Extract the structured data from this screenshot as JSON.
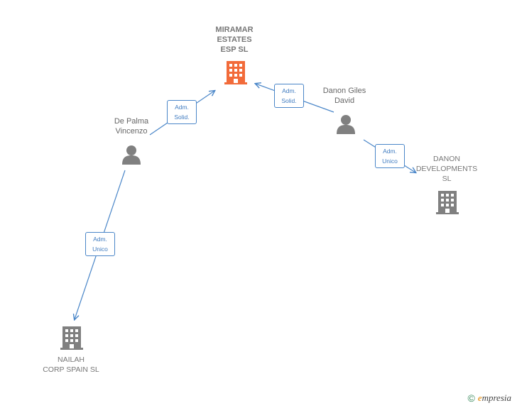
{
  "nodes": {
    "miramar": {
      "label": "MIRAMAR\nESTATES\nESP  SL",
      "color": "#f26b3a"
    },
    "danon_giles": {
      "label": "Danon Giles\nDavid",
      "color": "#808080"
    },
    "de_palma": {
      "label": "De Palma\nVincenzo",
      "color": "#808080"
    },
    "danon_dev": {
      "label": "DANON\nDEVELOPMENTS\nSL",
      "color": "#808080"
    },
    "nailah": {
      "label": "NAILAH\nCORP SPAIN  SL",
      "color": "#808080"
    }
  },
  "edges": {
    "depalma_miramar": "Adm.\nSolid.",
    "danon_miramar": "Adm.\nSolid.",
    "danon_dev": "Adm.\nUnico",
    "depalma_nailah": "Adm.\nUnico"
  },
  "colors": {
    "edge": "#4a86c8"
  },
  "footer": {
    "copyright": "©",
    "brand_initial": "e",
    "brand_rest": "mpresia"
  }
}
